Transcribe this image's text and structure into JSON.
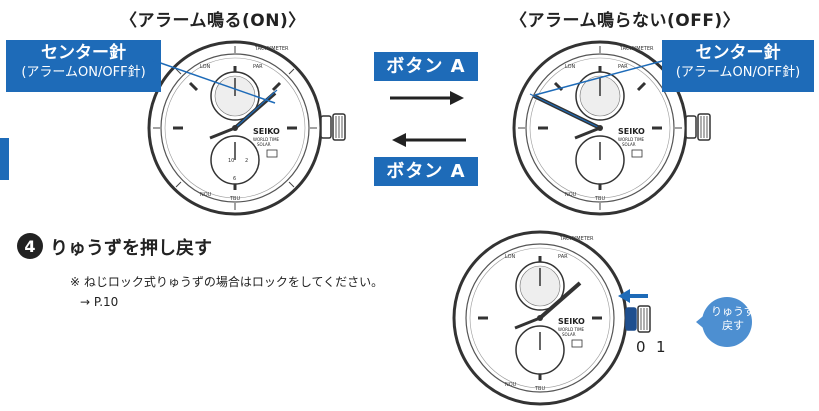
{
  "headers": {
    "left": "〈アラーム鳴る(ON)〉",
    "right": "〈アラーム鳴らない(OFF)〉"
  },
  "center_hand_label": {
    "title": "センター針",
    "subtitle": "(アラームON/OFF針)"
  },
  "buttons": {
    "top": "ボタン A",
    "bottom": "ボタン A"
  },
  "step": {
    "number": "4",
    "title": "りゅうずを押し戻す",
    "note_line1": "※ ねじロック式りゅうずの場合はロックをしてください。",
    "note_line2": "→ P.10"
  },
  "crown_callout": {
    "line1": "りゅうず",
    "line2": "戻す"
  },
  "crown_positions": [
    "0",
    "1"
  ],
  "dial": {
    "brand": "SEIKO",
    "sub1": "WORLD TIME",
    "sub2": "SOLAR",
    "bezel": "TACHYMETER",
    "sub_numbers": [
      "10",
      "2",
      "6"
    ]
  },
  "colors": {
    "accent": "#1e6bb8",
    "light_accent": "#4d8fd1"
  }
}
